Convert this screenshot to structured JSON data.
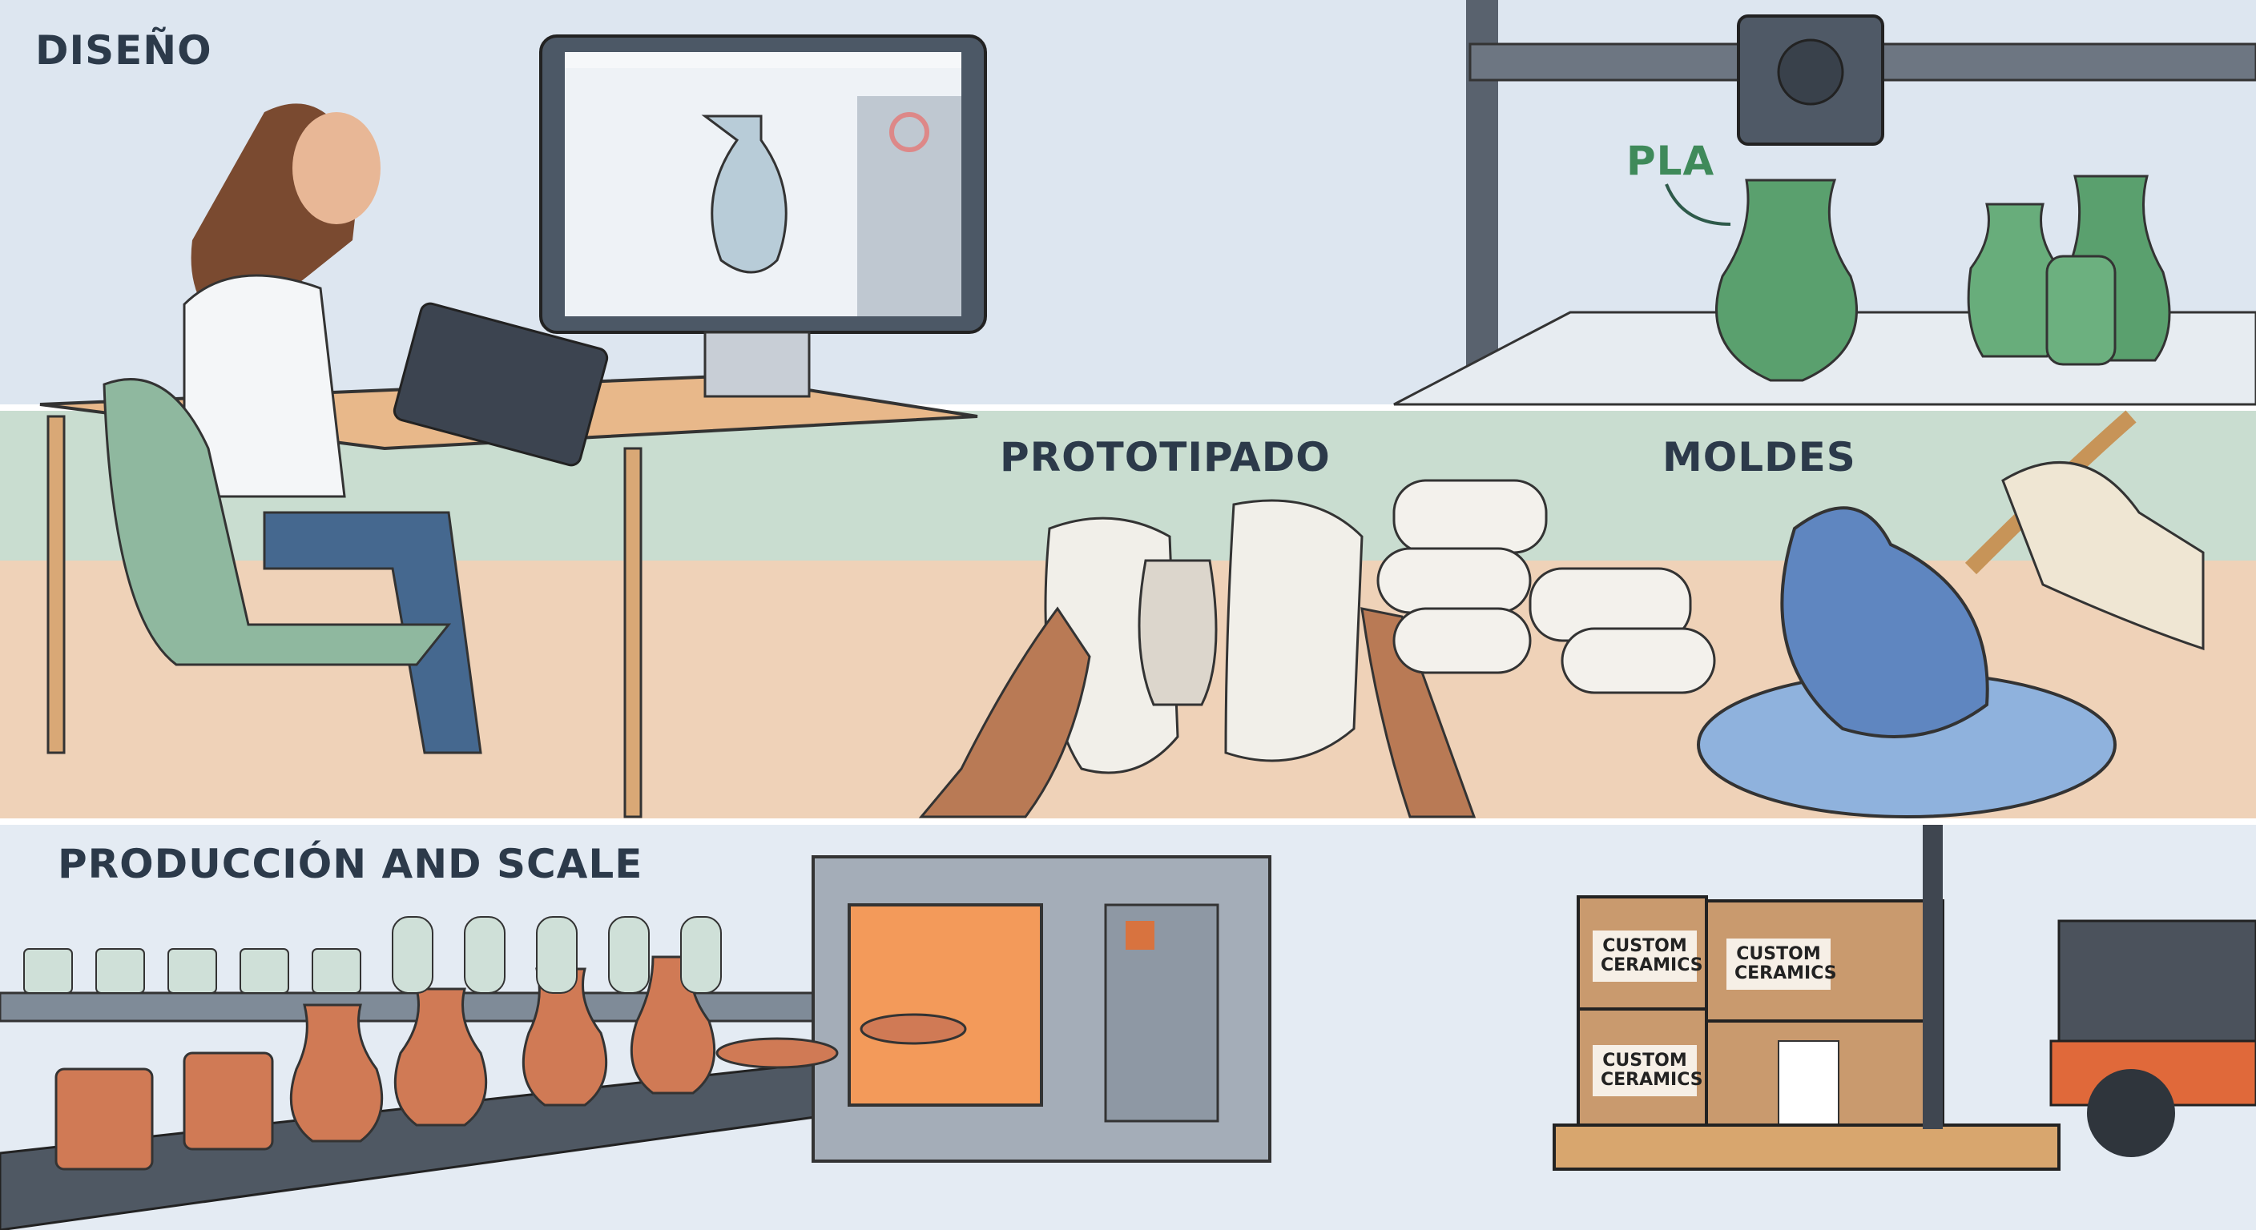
{
  "sections": {
    "design": {
      "title": "DISEÑO"
    },
    "printing": {
      "material_label": "PLA"
    },
    "prototyping": {
      "title": "PROTOTIPADO"
    },
    "molds": {
      "title": "MOLDES"
    },
    "production": {
      "title": "PRODUCCIÓN AND SCALE"
    }
  },
  "boxes": [
    {
      "line1": "CUSTOM",
      "line2": "CERAMICS"
    },
    {
      "line1": "CUSTOM",
      "line2": "CERAMICS"
    },
    {
      "line1": "CUSTOM",
      "line2": "CERAMICS"
    }
  ],
  "colors": {
    "pla_green": "#5aa06e",
    "terracotta": "#d07a55",
    "mold_blue": "#5f86c0",
    "cardboard": "#c99a6e"
  }
}
